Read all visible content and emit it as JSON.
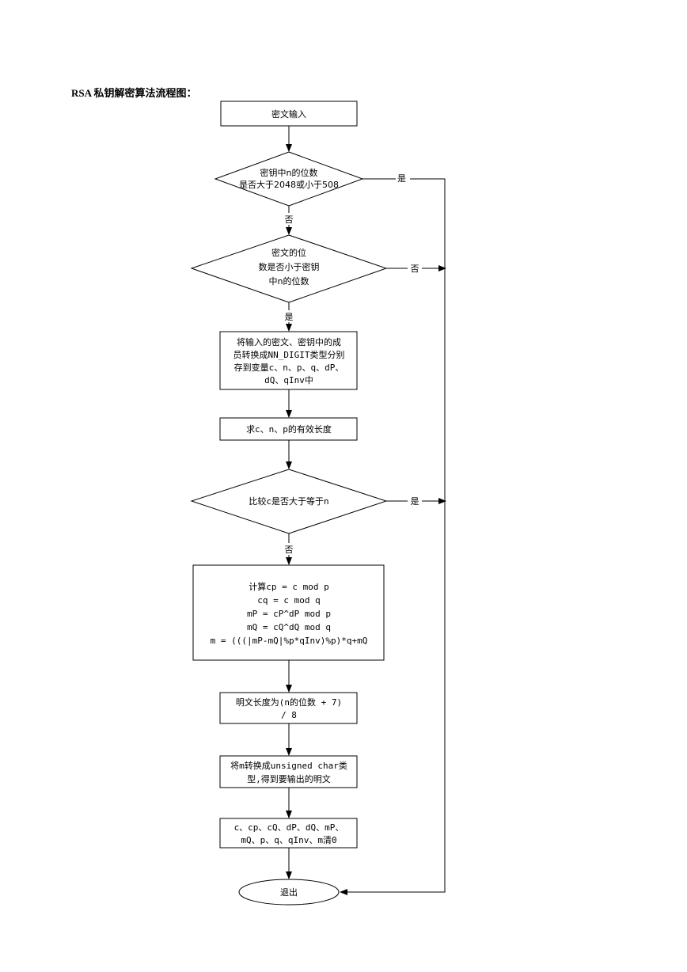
{
  "title": "RSA 私钥解密算法流程图：",
  "nodes": {
    "input": [
      "密文输入"
    ],
    "check_bits": [
      "密钥中n的位数",
      "是否大于2048或小于508"
    ],
    "check_len": [
      "密文的位",
      "数是否小于密钥",
      "中n的位数"
    ],
    "convert": [
      "将输入的密文、密钥中的成",
      "员转换成NN_DIGIT类型分别",
      "存到变量c、n、p、q、dP、",
      "dQ、qInv中"
    ],
    "eff_len": [
      "求c、n、p的有效长度"
    ],
    "compare": [
      "比较c是否大于等于n"
    ],
    "compute": [
      "计算cp = c mod p",
      "cq = c mod q",
      "mP = cP^dP mod p",
      "mQ = cQ^dQ mod q",
      "m = (((|mP-mQ|%p*qInv)%p)*q+mQ"
    ],
    "plain_len": [
      "明文长度为(n的位数 + 7)",
      "/ 8"
    ],
    "to_char": [
      "将m转换成unsigned char类",
      "型,得到要输出的明文"
    ],
    "clear": [
      "c、cp、cQ、dP、dQ、mP、",
      "mQ、p、q、qInv、m清0"
    ],
    "exit": [
      "退出"
    ]
  },
  "edge_labels": {
    "bits_yes": "是",
    "bits_no": "否",
    "len_no": "否",
    "len_yes": "是",
    "compare_yes": "是",
    "compare_no": "否"
  }
}
